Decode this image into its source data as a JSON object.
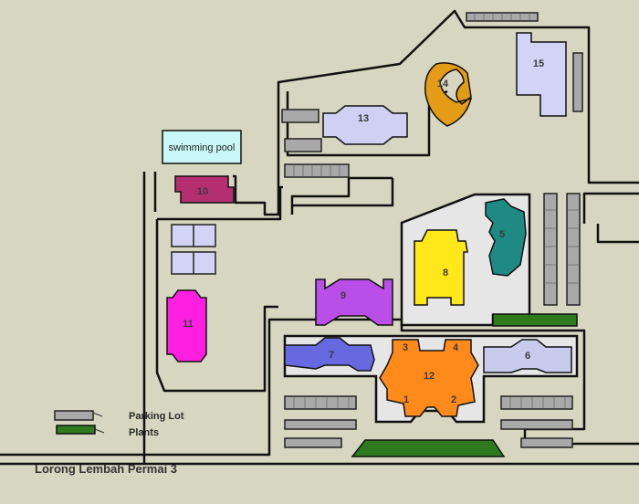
{
  "map": {
    "road_label": "Lorong Lembah Permai 3",
    "colors": {
      "background": "#d6d6c1",
      "paved": "#e6e6e6",
      "parking": "#a9a9a9",
      "plants": "#2f7a1f",
      "pool": "#c9f7f7",
      "b1": "#ff8a1c",
      "b5": "#1f8a84",
      "b6": "#c8cbee",
      "b7": "#6669df",
      "b8": "#ffe81a",
      "b9": "#b94fe8",
      "b10": "#b32f6f",
      "b11": "#ff1fe1",
      "b13": "#d0d0f2",
      "b14": "#e49b16",
      "b15": "#d3d3f5"
    },
    "buildings": {
      "b1": "1",
      "b2": "2",
      "b3": "3",
      "b4": "4",
      "b5": "5",
      "b6": "6",
      "b7": "7",
      "b8": "8",
      "b9": "9",
      "b10": "10",
      "b11": "11",
      "b12": "12",
      "b13": "13",
      "b14": "14",
      "b15": "15"
    },
    "pool_label": "swimming pool"
  },
  "legend": {
    "parking_label": "Parking Lot",
    "plants_label": "Plants"
  }
}
